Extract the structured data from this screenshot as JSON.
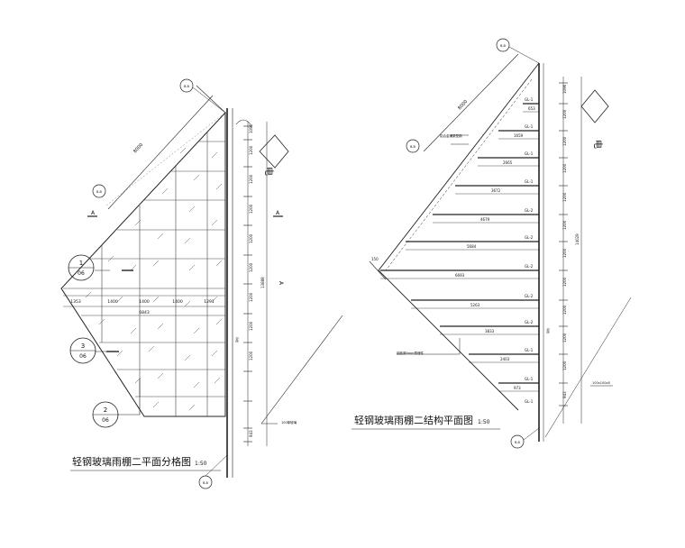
{
  "left": {
    "title": "轻钢玻璃雨棚二平面分格图",
    "scale": "1:50",
    "diag_dim": "8000",
    "axis_top": "B-B",
    "axis_bottom": "B-B",
    "axis_left": "B-B",
    "section_a": "A",
    "section_a2": "A",
    "section_b": "A",
    "electric": "电",
    "detail1": {
      "num": "1",
      "sheet": "06"
    },
    "detail2": {
      "num": "2",
      "sheet": "06"
    },
    "detail3": {
      "num": "3",
      "sheet": "06"
    },
    "horiz_dims": [
      "1353",
      "1400",
      "1400",
      "1400",
      "1291"
    ],
    "total_horiz": "6843",
    "vert_dims": [
      "1200",
      "1200",
      "1200",
      "1200",
      "1200",
      "1200",
      "1200",
      "1200"
    ],
    "vert_end": "943",
    "vert_top": "1096",
    "total_vert": "13888",
    "fixed_note": "钢柱",
    "leader_note": "100厚玻璃"
  },
  "right": {
    "title": "轻钢玻璃雨棚二结构平面图",
    "scale": "1:50",
    "diag_dim": "8000",
    "axis_top": "B-B",
    "axis_left": "B-B",
    "axis_bottom": "B-B",
    "electric": "电",
    "beams": [
      "GL-1",
      "GL-1",
      "GL-1",
      "GL-1",
      "GL-2",
      "GL-2",
      "GL-2",
      "GL-2",
      "GL-2",
      "GL-1",
      "GL-1",
      "GL-1"
    ],
    "beam_lengths": [
      "653",
      "1659",
      "2665",
      "3672",
      "4679",
      "5684",
      "6693",
      "5263",
      "3833",
      "2403",
      "973"
    ],
    "vert_dims": [
      "1200",
      "1200",
      "1200",
      "1200",
      "1200",
      "1200",
      "1200",
      "1200",
      "1200",
      "1200"
    ],
    "vert_end": "943",
    "vert_top": "1096",
    "total_vert": "14029",
    "note_top": "铝合金横梁型钢",
    "note_mid": "钢板厚6mm预埋件",
    "note_bottom": "100x100x8",
    "left_dim": "150",
    "fixed_note": "钢柱"
  }
}
